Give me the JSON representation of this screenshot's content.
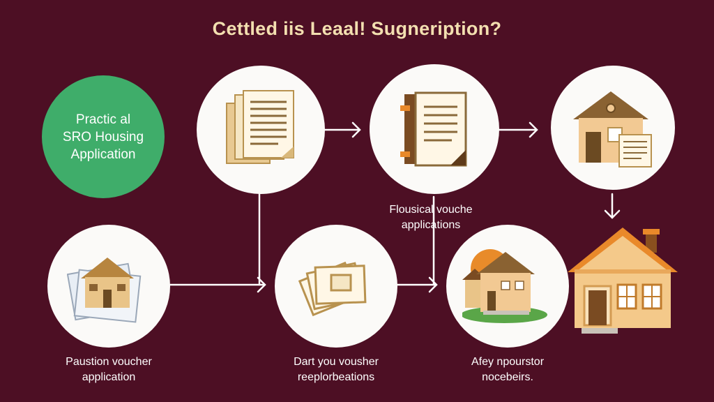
{
  "title": "Cettled iis Leaal! Sugneription?",
  "start": {
    "line1": "Practic al",
    "line2": "SRO Housing",
    "line3": "Application"
  },
  "labels": {
    "top_middle": {
      "line1": "Flousical vouche",
      "line2": "applications"
    },
    "bottom_left": {
      "line1": "Paustion voucher",
      "line2": "application"
    },
    "bottom_middle": {
      "line1": "Dart you vousher",
      "line2": "reeplorbeations"
    },
    "bottom_right": {
      "line1": "Afey npourstor",
      "line2": "nocebeirs."
    }
  },
  "icons": {
    "step1": "document-stack-icon",
    "step2": "binder-document-icon",
    "step3": "house-with-papers-icon",
    "step4": "house-on-papers-icon",
    "step5": "voucher-papers-icon",
    "step6": "neighborhood-houses-icon",
    "final": "large-house-icon"
  },
  "colors": {
    "background": "#4d0f24",
    "title": "#f3dfb0",
    "green": "#3fad6a",
    "circle": "#fbfaf8",
    "arrow": "#ffffff"
  }
}
